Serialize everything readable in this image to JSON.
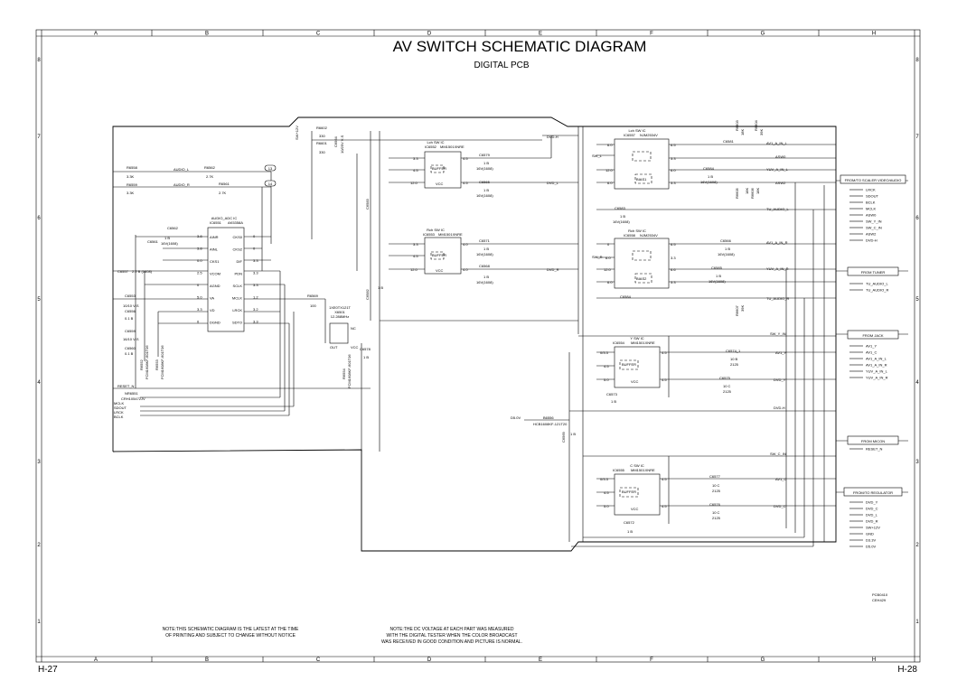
{
  "title": "AV SWITCH SCHEMATIC DIAGRAM",
  "subtitle": "DIGITAL PCB",
  "columns": [
    "A",
    "B",
    "C",
    "D",
    "E",
    "F",
    "G",
    "H"
  ],
  "rows": [
    "8",
    "7",
    "6",
    "5",
    "4",
    "3",
    "2",
    "1"
  ],
  "page_left": "H-27",
  "page_right": "H-28",
  "notes": {
    "left": [
      "NOTE:THIS SCHEMATIC DIAGRAM IS THE LATEST AT THE TIME",
      "OF PRINTING AND SUBJECT TO CHANGE WITHOUT NOTICE"
    ],
    "right": [
      "NOTE:THE DC VOLTAGE AT EACH PART WAS MEASURED",
      "WITH THE DIGITAL TESTER WHEN THE COLOR BROADCAST",
      "WAS RECEIVED IN GOOD CONDITION AND PICTURE IS NORMAL."
    ]
  },
  "pcb_code": [
    "PCB0410",
    "CEH429"
  ],
  "ics": {
    "lch_sw": {
      "title": "Lch SW IC",
      "part": "IC6552",
      "type": "MM1501XNRE"
    },
    "rch_sw": {
      "title": "Rch SW IC",
      "part": "IC6553",
      "type": "MM1501XNRE"
    },
    "lch_sw2": {
      "title": "Lch SW IC",
      "part": "IC6557",
      "type": "NJM2534V"
    },
    "rch_sw2": {
      "title": "Rch SW IC",
      "part": "IC6558",
      "type": "NJM2534V"
    },
    "adc": {
      "title": "AUDIO_ADC IC",
      "part": "IC6551",
      "type": "AK5358A"
    },
    "y_sw": {
      "title": "Y SW IC",
      "part": "IC6554",
      "type": "MM1501XNRE"
    },
    "c_sw": {
      "title": "C SW IC",
      "part": "IC6555",
      "type": "MM1501XNRE"
    }
  },
  "adc_pins_left": [
    "AINR",
    "AINL",
    "CKS1",
    "VCOM",
    "AGND",
    "VA",
    "VD",
    "DGND"
  ],
  "adc_pins_right": [
    "CKS0",
    "CKS2",
    "DIF",
    "PDN",
    "SCLK",
    "MCLK",
    "LRCK",
    "SDTO"
  ],
  "adc_left_volts": [
    "3.8",
    "3.8",
    "0.0",
    "2.5",
    "0",
    "5.0",
    "3.3",
    "0"
  ],
  "adc_right_volts": [
    "0",
    "0",
    "3.3",
    "3.3",
    "3.3",
    "1.2",
    "3.2",
    "3.3"
  ],
  "buses": {
    "scaler": {
      "title": "FROM/TO SCALER VIDEO/AUDIO",
      "signals": [
        "LRCK",
        "SDOUT",
        "BCLK",
        "MCLK",
        "ASW0",
        "SW_Y_IN",
        "SW_C_IN",
        "ASW2",
        "DVD-H"
      ]
    },
    "tuner": {
      "title": "FROM TUNER",
      "signals": [
        "TU_AUDIO_L",
        "TU_AUDIO_R"
      ]
    },
    "jack": {
      "title": "FROM JACK",
      "signals": [
        "AV1_Y",
        "AV1_C",
        "AV1_A_IN_L",
        "AV1_A_IN_R",
        "YUV_A_IN_L",
        "YUV_A_IN_R"
      ]
    },
    "micon": {
      "title": "FROM MICON",
      "signals": [
        "RESET_N"
      ]
    },
    "regulator": {
      "title": "FROM/TO REGULATOR",
      "signals": [
        "DVD_Y",
        "DVD_C",
        "DVD_L",
        "DVD_R",
        "SW+12V",
        "GND",
        "D3.3V",
        "D5.0V"
      ]
    }
  },
  "net_labels": {
    "dvd_h_top": "DVD-H",
    "av1_a_in_l": "AV1_A_IN_L",
    "asw0": "ASW0",
    "yuv_a_in_l": "YUV_A_IN_L",
    "asw2": "ASW2",
    "tu_audio_l": "TU_AUDIO_L",
    "av1_a_in_r": "AV1_A_IN_R",
    "yuv_a_in_r": "YUV_A_IN_R",
    "tu_audio_r": "TU_AUDIO_R",
    "sw_y_in": "SW_Y_IN",
    "av1_y": "AV1_Y",
    "dvd_y": "DVD_Y",
    "dvd_h_mid": "DVD-H",
    "sw_c_in": "SW_C_IN",
    "av1_c": "AV1_C",
    "dvd_c": "DVD_C",
    "dvd_l": "DVD_L",
    "dvd_r": "DVD_R",
    "sw_l": "SW_L",
    "sw_r": "SW_R",
    "audio_l": "AUDIO_L",
    "audio_r": "AUDIO_R",
    "reset_n": "RESET_N",
    "d5v": "D5.0V",
    "sw12v": "SW+12V"
  },
  "left_bus_labels": [
    "MCLK",
    "SDOUT",
    "LRCK",
    "BCLK"
  ],
  "components": {
    "r6558": "R6558",
    "r6558v": "3.3K",
    "r6559": "R6559",
    "r6559v": "3.3K",
    "r6562": "R6562",
    "r6562v": "2.7K",
    "r6561": "R6561",
    "r6561v": "2.7K",
    "r6602": "R6602",
    "r6602v": "330",
    "r6601": "R6601",
    "r6601v": "330",
    "c6564": "C6564",
    "c6564v": "10/25V V-S",
    "c6579": "C6579",
    "c6579v": "1 B",
    "c6579v2": "16V(1608)",
    "c6565": "C6565",
    "c6565v": "1 B",
    "c6565v2": "16V(1608)",
    "c6571": "C6571",
    "c6571v": "1 B",
    "c6571v2": "16V(1608)",
    "c6568": "C6568",
    "c6568v": "1 B",
    "c6568v2": "16V(1608)",
    "c6562": "C6562",
    "c6561": "C6561",
    "c6561v": "1 B",
    "c6561v2": "16V(1608)",
    "c6557": "C6557",
    "c6557v": "2.2 B (1608)",
    "c6553": "C6553",
    "c6553v": "10/10 V-S",
    "c6556": "C6556",
    "c6556v": "0.1 B",
    "c6559": "C6559",
    "c6559v": "16/10 V-S",
    "c6560": "C6560",
    "c6560v": "0.1 B",
    "r6569": "R6569",
    "r6569v": "100",
    "x6501": "X6501",
    "x6501v": "12.288MHz",
    "xtal_part": "1XE0TX121T",
    "c6578": "C6578",
    "c6578v": "1 B",
    "r6554": "R6554",
    "r6554v": "FCM1608KF-601T06",
    "r6552": "R6552",
    "r6552v": "FCM1608KF-601T06",
    "r6553": "R6553",
    "r6553v": "FCM1608KF-601T06",
    "nr6551": "NR6551",
    "nr6551v": "CRH105472JV",
    "c6581": "C6581",
    "c6582": "C6582",
    "c6582v": "1 B",
    "c6583": "C6583",
    "c6583v": "1 B",
    "c6583v2": "16V(1608)",
    "c6584": "C6584",
    "c6584v": "1 B",
    "c6584v2": "16V(1608)",
    "c6566": "C6566",
    "c6566v": "1 B",
    "c6566v2": "16V(1608)",
    "c6585": "C6585",
    "c6585v": "1 B",
    "c6585v2": "16V(1608)",
    "r6603": "R6603",
    "r6603v": "18K",
    "r6604": "R6604",
    "r6604v": "39K",
    "r6605": "R6605",
    "r6605v": "18K",
    "r6606": "R6606",
    "r6606v": "18K",
    "r6607": "R6607",
    "r6607v": "39K",
    "b6556": "B6556",
    "b6556v": "HCB1608KF-121T20",
    "c6569": "C6569",
    "c6569v": "1 B",
    "c6574": "C6574_1",
    "c6574v": "10 B",
    "c6574v2": "2125",
    "c6575": "C6575",
    "c6575v": "10 C",
    "c6575v2": "2125",
    "c6573": "C6573",
    "c6573v": "1 B",
    "c6577": "C6577",
    "c6577v": "10 C",
    "c6577v2": "2125",
    "c6576": "C6576",
    "c6576v": "10 C",
    "c6576v2": "2125",
    "c6572": "C6572",
    "c6572v": "1 B",
    "bias1": "BIAS1",
    "bias2": "BIAS2"
  },
  "connector_13": "13",
  "connector_14": "14",
  "volts": {
    "lsw_in1": "3.3",
    "lsw_in2": "4.5",
    "lsw_in3": "12.0",
    "lsw_o1": "4.5",
    "lsw_o2": "4.5",
    "rsw_in1": "3.3",
    "rsw_in2": "4.5",
    "rsw_in3": "12.0",
    "rsw_o1": "4.0",
    "rsw_o2": "4.0",
    "l2_in1": "6.0",
    "l2_in2": "12.0",
    "l2_in3": "6.0",
    "l2_o1": "6.5",
    "l2_o2": "3.3",
    "l2_o3": "6.0",
    "l2_o4": "3.3",
    "r2_in1": "0",
    "r2_in2": "6.0",
    "r2_in3": "12.0",
    "r2_in4": "6.0",
    "r2_o1": "6.5",
    "r2_o2": "3.3",
    "r2_o3": "6.6",
    "r2_o4": "3.3",
    "ysw_a": "0/3.3",
    "ysw_b": "4.5",
    "ysw_c": "5.0",
    "ysw_o1": "4.5",
    "ysw_o2": "4.5",
    "csw_a": "0/3.3",
    "csw_b": "4.5",
    "csw_c": "5.0",
    "csw_o1": "4.5",
    "csw_o2": "4.5"
  },
  "misc": {
    "nc": "NC",
    "out": "OUT",
    "vcc": "VCC",
    "buffer": "BUFFER",
    "gnd": "GND"
  }
}
